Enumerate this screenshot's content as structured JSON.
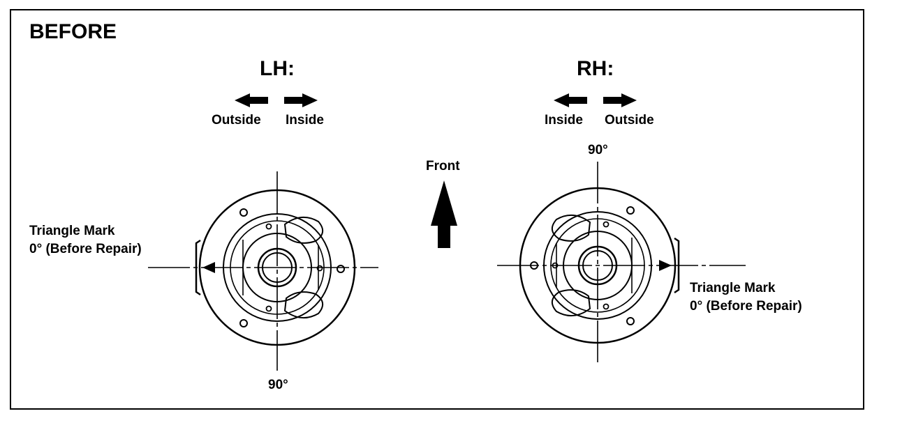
{
  "title": "BEFORE",
  "lh": {
    "heading": "LH:",
    "left_arrow_label": "Outside",
    "right_arrow_label": "Inside",
    "angle_label": "90°",
    "mark_line1": "Triangle Mark",
    "mark_line2": "0° (Before Repair)"
  },
  "rh": {
    "heading": "RH:",
    "left_arrow_label": "Inside",
    "right_arrow_label": "Outside",
    "angle_label": "90°",
    "mark_line1": "Triangle Mark",
    "mark_line2": "0° (Before Repair)"
  },
  "front_label": "Front",
  "colors": {
    "ink": "#000000",
    "background": "#ffffff"
  }
}
